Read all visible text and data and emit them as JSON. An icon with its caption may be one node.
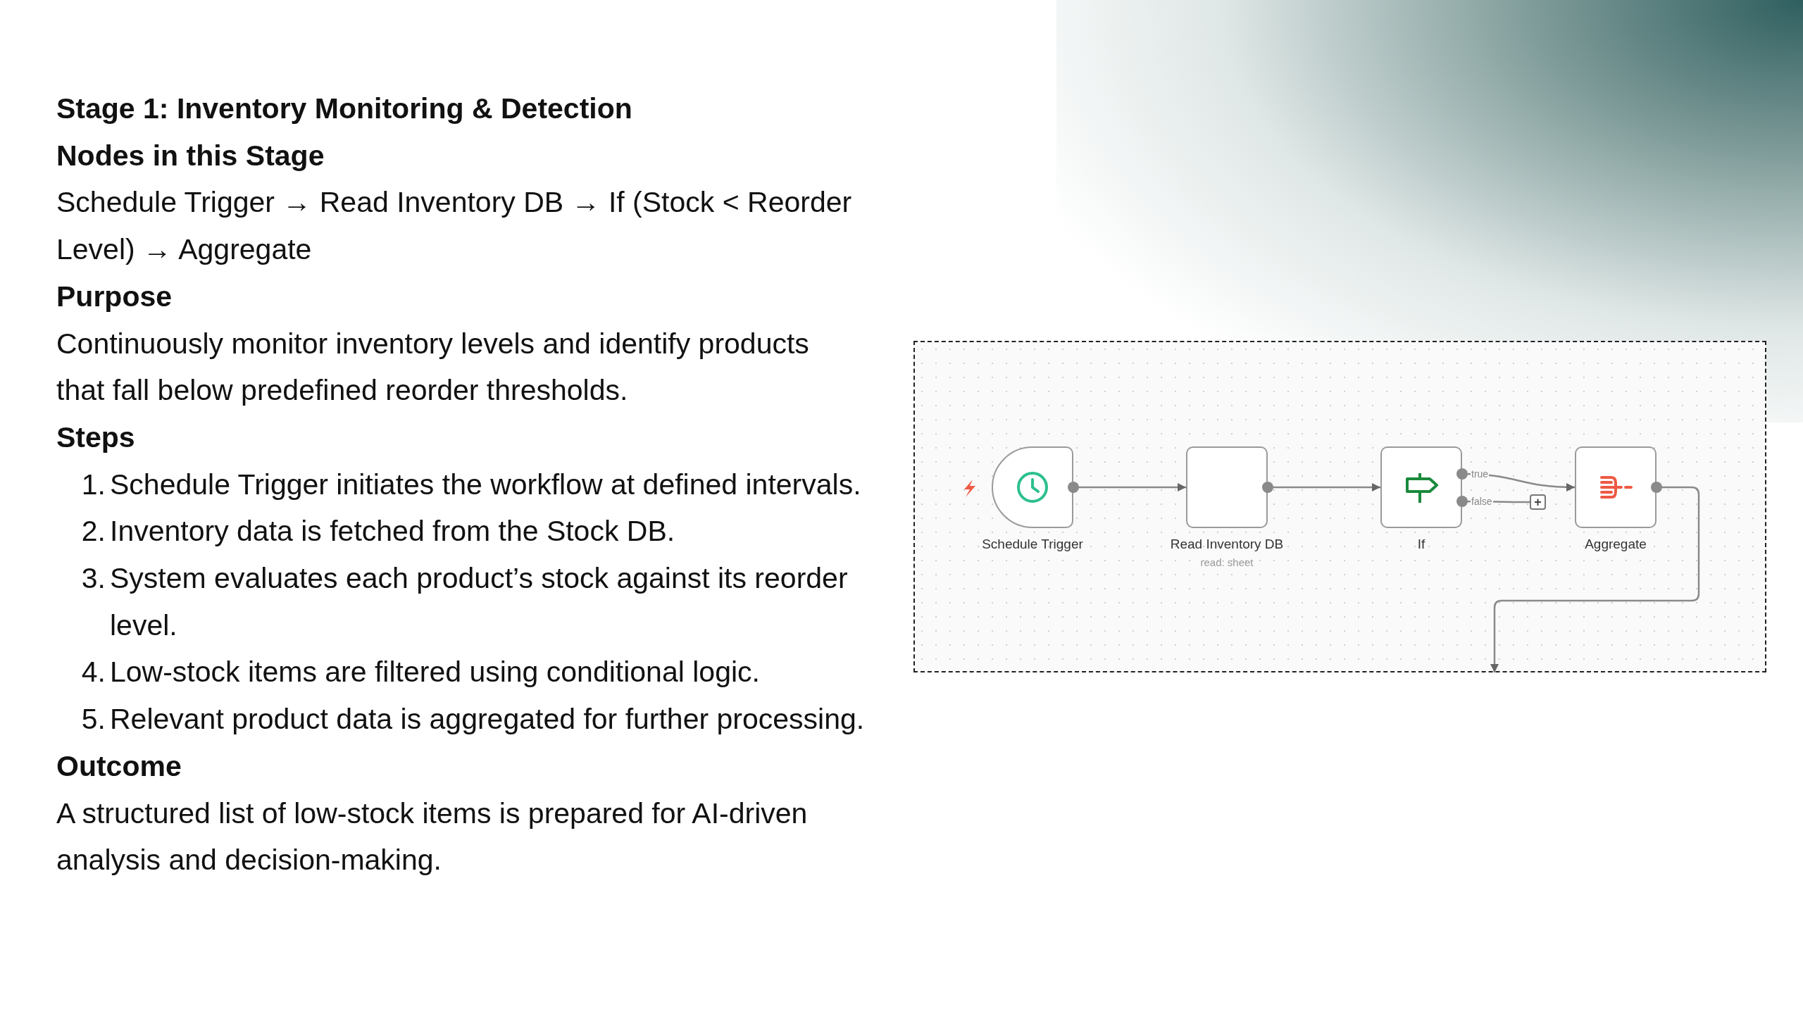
{
  "diagram": {
    "title": "Stage 1: Inventory Monitoring & Detection",
    "nodes": [
      {
        "text": [],
        "shape": "box"
      },
      {
        "text": [
          "Schedule Trigger"
        ],
        "in": 0
      },
      {
        "text": [
          "Read Inventory DB",
          "read: sheet"
        ],
        "in": 0
      },
      {
        "text": [
          "If"
        ],
        "in": 0
      },
      {
        "text": [
          "Aggregate"
        ],
        "in": 0
      },
      {
        "text": [
          "+"
        ],
        "in": 0
      }
    ],
    "edges": [
      {
        "from": 1,
        "to": 2,
        "arrow": "to"
      },
      {
        "from": 2,
        "to": 3,
        "arrow": "to"
      },
      {
        "from": 3,
        "to": 4,
        "arrow": "to",
        "label": "true"
      },
      {
        "from": 3,
        "to": 5,
        "arrow": "other",
        "label": "false"
      },
      {
        "from": 4,
        "to": null,
        "arrow": "to"
      }
    ],
    "labels": [
      "Nodes in this Stage",
      "Schedule Trigger → Read Inventory DB → If (Stock < Reorder Level) → Aggregate",
      "Purpose",
      "Continuously monitor inventory levels and identify products that fall below predefined reorder thresholds.",
      "Steps",
      "1.",
      "Schedule Trigger initiates the workflow at defined intervals.",
      "2.",
      "Inventory data is fetched from the Stock DB.",
      "3.",
      "System evaluates each product’s stock against its reorder level.",
      "4.",
      "Low-stock items are filtered using conditional logic.",
      "5.",
      "Relevant product data is aggregated for further processing.",
      "Outcome",
      "A structured list of low-stock items is prepared for AI-driven analysis and decision-making."
    ]
  }
}
